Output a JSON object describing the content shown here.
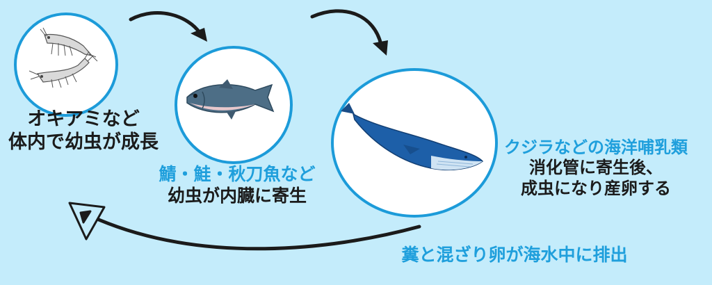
{
  "stages": [
    {
      "organism_icon": "krill-icon",
      "caption_lines": [
        "オキアミなど",
        "体内で幼虫が成長"
      ]
    },
    {
      "organism_icon": "fish-icon",
      "host_line": "鯖・鮭・秋刀魚など",
      "caption_line": "幼虫が内臓に寄生"
    },
    {
      "organism_icon": "whale-icon",
      "host_line": "クジラなどの海洋哺乳類",
      "caption_lines": [
        "消化管に寄生後、",
        "成虫になり産卵する"
      ]
    }
  ],
  "return_caption": "糞と混ざり卵が海水中に排出",
  "colors": {
    "background": "#c4ecfb",
    "accent": "#1c9bd9",
    "text": "#1b1b1b",
    "highlight_text": "#1f9fdc"
  }
}
